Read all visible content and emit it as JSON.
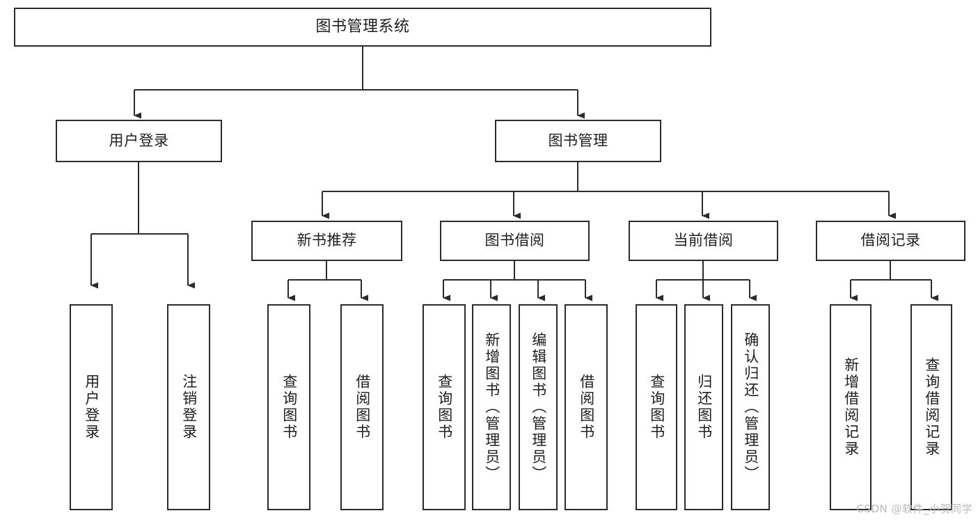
{
  "diagram": {
    "title": "图书管理系统",
    "watermark": "CSDN @软件_小贺同学",
    "colors": {
      "box_border": "#2b2b2b",
      "box_fill": "#ffffff",
      "connector": "#2b2b2b",
      "text": "#1e1e1e",
      "watermark": "#b8b8b8",
      "background": "#ffffff"
    },
    "levels": [
      {
        "level": 1,
        "nodes": [
          {
            "id": "root",
            "label": "图书管理系统",
            "orientation": "horizontal"
          }
        ]
      },
      {
        "level": 2,
        "nodes": [
          {
            "id": "login",
            "label": "用户登录",
            "orientation": "horizontal",
            "parent": "root"
          },
          {
            "id": "bookmgmt",
            "label": "图书管理",
            "orientation": "horizontal",
            "parent": "root"
          }
        ]
      },
      {
        "level": 3,
        "nodes": [
          {
            "id": "newbook",
            "label": "新书推荐",
            "orientation": "horizontal",
            "parent": "bookmgmt"
          },
          {
            "id": "borrow",
            "label": "图书借阅",
            "orientation": "horizontal",
            "parent": "bookmgmt"
          },
          {
            "id": "current",
            "label": "当前借阅",
            "orientation": "horizontal",
            "parent": "bookmgmt"
          },
          {
            "id": "records",
            "label": "借阅记录",
            "orientation": "horizontal",
            "parent": "bookmgmt"
          }
        ]
      },
      {
        "level": 4,
        "nodes": [
          {
            "id": "leaf1",
            "label": "用户登录",
            "orientation": "vertical",
            "parent": "login"
          },
          {
            "id": "leaf2",
            "label": "注销登录",
            "orientation": "vertical",
            "parent": "login"
          },
          {
            "id": "leaf3",
            "label": "查询图书",
            "orientation": "vertical",
            "parent": "newbook"
          },
          {
            "id": "leaf4",
            "label": "借阅图书",
            "orientation": "vertical",
            "parent": "newbook"
          },
          {
            "id": "leaf5",
            "label": "查询图书",
            "orientation": "vertical",
            "parent": "borrow"
          },
          {
            "id": "leaf6",
            "label": "新增图书（管理员）",
            "orientation": "vertical",
            "parent": "borrow"
          },
          {
            "id": "leaf7",
            "label": "编辑图书（管理员）",
            "orientation": "vertical",
            "parent": "borrow"
          },
          {
            "id": "leaf8",
            "label": "借阅图书",
            "orientation": "vertical",
            "parent": "borrow"
          },
          {
            "id": "leaf9",
            "label": "查询图书",
            "orientation": "vertical",
            "parent": "current"
          },
          {
            "id": "leaf10",
            "label": "归还图书",
            "orientation": "vertical",
            "parent": "current"
          },
          {
            "id": "leaf11",
            "label": "确认归还（管理员）",
            "orientation": "vertical",
            "parent": "current"
          },
          {
            "id": "leaf12",
            "label": "新增借阅记录",
            "orientation": "vertical",
            "parent": "records"
          },
          {
            "id": "leaf13",
            "label": "查询借阅记录",
            "orientation": "vertical",
            "parent": "records"
          }
        ]
      }
    ]
  }
}
